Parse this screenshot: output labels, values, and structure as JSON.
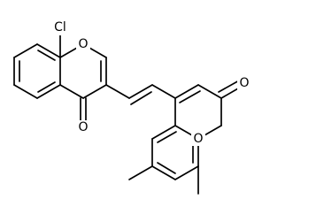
{
  "molecule": {
    "atoms": {
      "cl": "Cl",
      "o_chromone_ring": "O",
      "o_chromone_ketone": "O",
      "o_coumarin_carbonyl": "O",
      "o_coumarin_ring": "O"
    },
    "colors": {
      "bond": "#000000",
      "label": "#000000",
      "background": "#ffffff"
    }
  }
}
